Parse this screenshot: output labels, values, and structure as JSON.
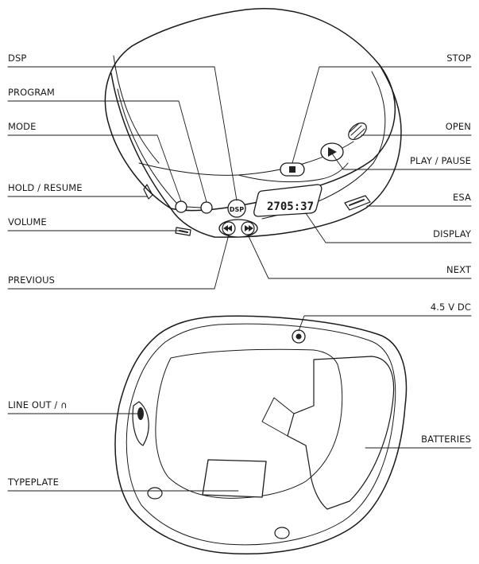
{
  "labels": {
    "dsp": "DSP",
    "program": "PROGRAM",
    "mode": "MODE",
    "hold_resume": "HOLD / RESUME",
    "volume": "VOLUME",
    "previous": "PREVIOUS",
    "stop": "STOP",
    "open": "OPEN",
    "play_pause": "PLAY / PAUSE",
    "esa": "ESA",
    "display": "DISPLAY",
    "next": "NEXT",
    "dc_in": "4.5 V DC",
    "line_out": "LINE OUT / ∩",
    "batteries": "BATTERIES",
    "typeplate": "TYPEPLATE"
  },
  "buttons": {
    "dsp": "DSP",
    "lcd_readout": "2705:37"
  },
  "colors": {
    "line": "#1a1a1a",
    "fill": "#ffffff",
    "dark": "#222222"
  }
}
